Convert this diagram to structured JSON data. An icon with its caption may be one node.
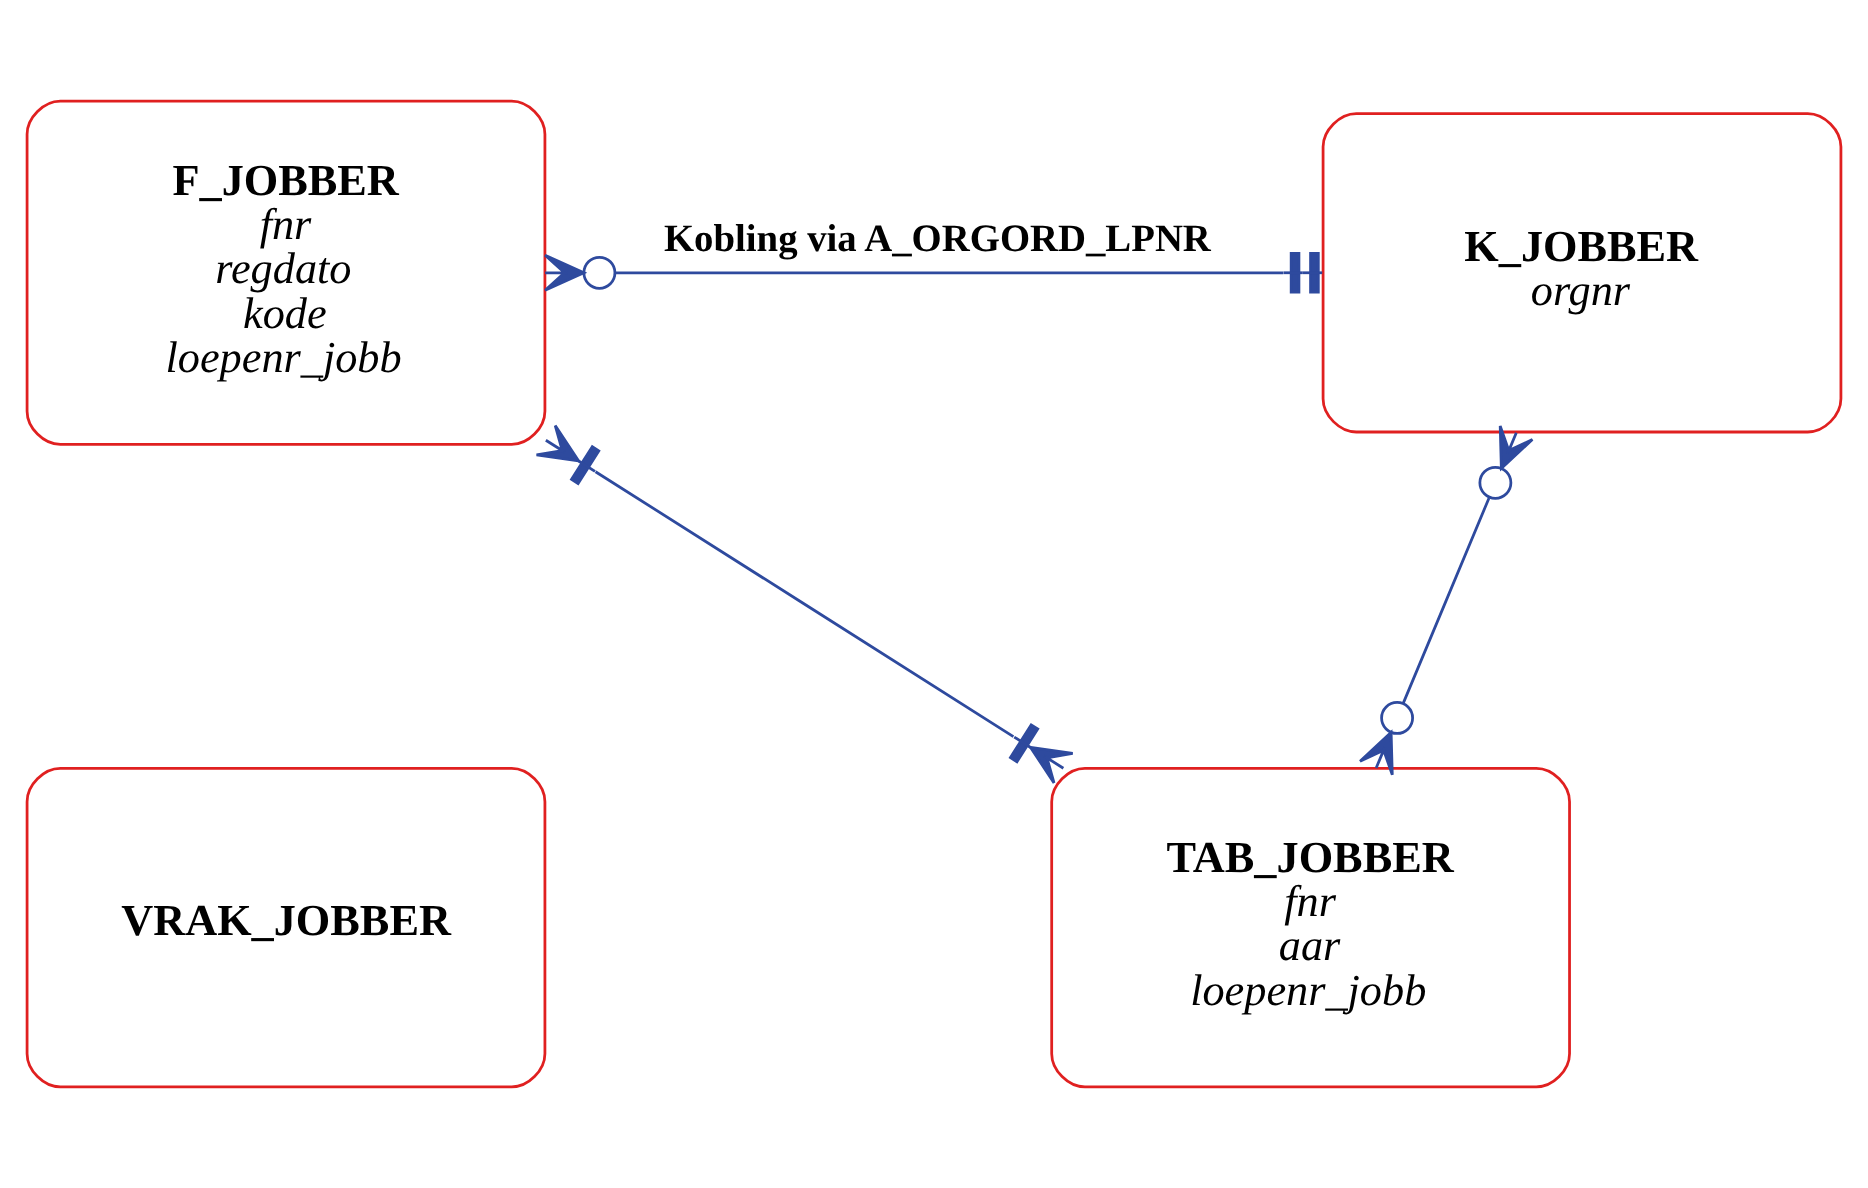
{
  "diagram": {
    "nodes": [
      {
        "text": [
          "F_JOBBER",
          "fnr",
          "regdato",
          "kode",
          "loepenr_jobb"
        ]
      },
      {
        "text": [
          "K_JOBBER",
          "orgnr"
        ]
      },
      {
        "text": [
          "VRAK_JOBBER"
        ]
      },
      {
        "text": [
          "TAB_JOBBER",
          "fnr",
          "aar",
          "loepenr_jobb"
        ]
      }
    ],
    "edges": [
      {
        "from": 0,
        "to": 1,
        "arrow": "other",
        "label": "Kobling via A_ORGORD_LPNR"
      },
      {
        "from": 0,
        "to": 3,
        "arrow": "other"
      },
      {
        "from": 1,
        "to": 3,
        "arrow": "other"
      }
    ]
  }
}
